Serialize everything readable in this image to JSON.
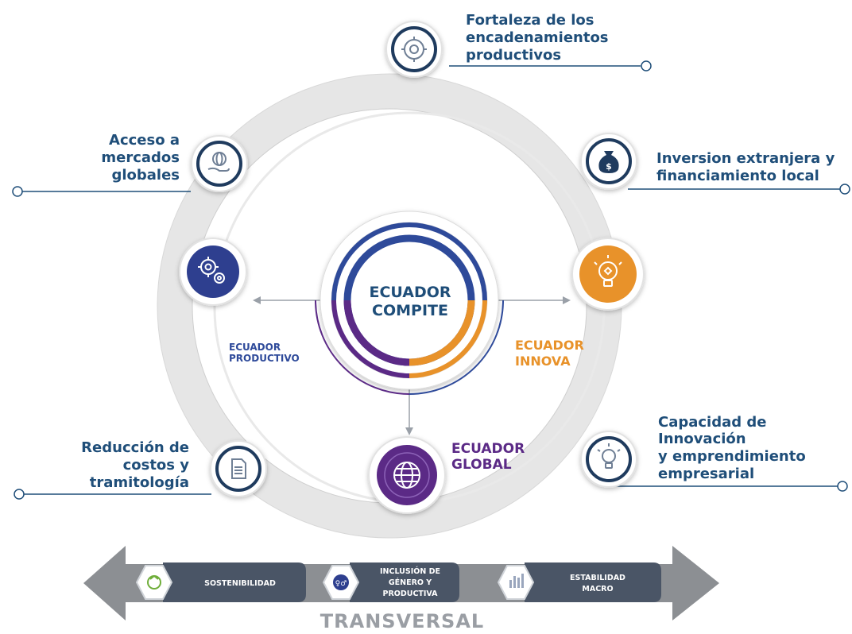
{
  "center": {
    "line1": "ECUADOR",
    "line2": "COMPITE"
  },
  "pillars": {
    "productivo": {
      "line1": "ECUADOR",
      "line2": "PRODUCTIVO"
    },
    "innova": {
      "line1": "ECUADOR",
      "line2": "INNOVA"
    },
    "global": {
      "line1": "ECUADOR",
      "line2": "GLOBAL"
    }
  },
  "factors": {
    "top": [
      "Fortaleza de los",
      "encadenamientos",
      "productivos"
    ],
    "left_upper": [
      "Acceso a",
      "mercados",
      "globales"
    ],
    "right_upper": [
      "Inversion extranjera y",
      "financiamiento local"
    ],
    "left_lower": [
      "Reducción de",
      "costos y",
      "tramitología"
    ],
    "right_lower": [
      "Capacidad de",
      "Innovación",
      "y emprendimiento",
      "empresarial"
    ]
  },
  "transversal": {
    "title": "TRANSVERSAL",
    "items": [
      {
        "lines": [
          "SOSTENIBILIDAD"
        ]
      },
      {
        "lines": [
          "INCLUSIÓN DE",
          "GÉNERO Y",
          "PRODUCTIVA"
        ]
      },
      {
        "lines": [
          "ESTABILIDAD",
          "MACRO"
        ]
      }
    ]
  },
  "icons": {
    "top": "gear-cog-icon",
    "left_upper": "globe-hand-icon",
    "right_upper": "money-bag-icon",
    "left_lower": "document-icon",
    "right_lower": "lightbulb-icon",
    "productivo": "gears-icon",
    "innova": "lightbulb-idea-icon",
    "global": "globe-icon"
  },
  "colors": {
    "navy": "#1f4e79",
    "orange": "#e8922a",
    "purple": "#5b2a86",
    "blue": "#2e4a9a",
    "ring": "#e6e6e6",
    "pill": "#4a5566"
  }
}
